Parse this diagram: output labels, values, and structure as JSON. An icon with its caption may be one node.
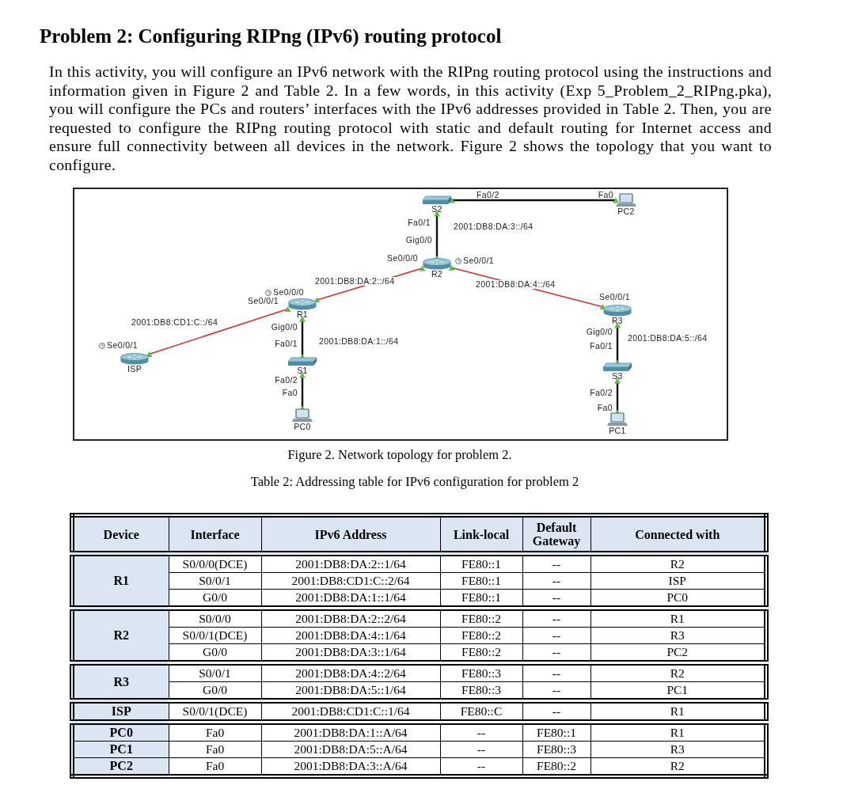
{
  "diagram": {
    "title": "Problem 2: Configuring RIPng (IPv6) routing protocol",
    "caption": "Figure 2. Network topology for problem 2.",
    "nodes": [
      {
        "text": [
          "S2"
        ],
        "beside": [
          "Fa0/2",
          "Fa0/1"
        ]
      },
      {
        "text": [
          "PC2"
        ],
        "beside": [
          "Fa0"
        ]
      },
      {
        "text": [
          "R2"
        ],
        "beside": [
          "Gig0/0",
          "Se0/0/0",
          "Se0/0/1"
        ]
      },
      {
        "text": [
          "R1"
        ],
        "beside": [
          "Se0/0/0",
          "Se0/0/1",
          "Gig0/0"
        ]
      },
      {
        "text": [
          "R3"
        ],
        "beside": [
          "Se0/0/1",
          "Gig0/0"
        ]
      },
      {
        "text": [
          "ISP"
        ],
        "beside": [
          "Se0/0/1"
        ]
      },
      {
        "text": [
          "S1"
        ],
        "beside": [
          "Fa0/1",
          "Fa0/2"
        ]
      },
      {
        "text": [
          "S3"
        ],
        "beside": [
          "Fa0/1",
          "Fa0/2"
        ]
      },
      {
        "text": [
          "PC0"
        ],
        "beside": [
          "Fa0"
        ]
      },
      {
        "text": [
          "PC1"
        ],
        "beside": [
          "Fa0"
        ]
      }
    ],
    "edges": [
      {
        "from": 0,
        "to": 1,
        "arrow": "other"
      },
      {
        "from": 2,
        "to": 0,
        "arrow": "other",
        "label": "2001:DB8:DA:3::/64"
      },
      {
        "from": 3,
        "to": 2,
        "arrow": "other",
        "label": "2001:DB8:DA:2::/64",
        "color": "#d32f2f"
      },
      {
        "from": 2,
        "to": 4,
        "arrow": "other",
        "label": "2001:DB8:DA:4::/64",
        "color": "#d32f2f"
      },
      {
        "from": 5,
        "to": 3,
        "arrow": "other",
        "label": "2001:DB8:CD1:C::/64",
        "color": "#d32f2f"
      },
      {
        "from": 3,
        "to": 6,
        "arrow": "other",
        "label": "2001:DB8:DA:1::/64"
      },
      {
        "from": 6,
        "to": 8,
        "arrow": "other"
      },
      {
        "from": 4,
        "to": 7,
        "arrow": "other",
        "label": "2001:DB8:DA:5::/64"
      },
      {
        "from": 7,
        "to": 9,
        "arrow": "other"
      }
    ],
    "labels": [
      "In this activity, you will configure an IPv6 network with the RIPng routing protocol using the instructions and information given in Figure 2 and Table 2. In a few words, in this activity (Exp 5_Problem_2_RIPng.pka), you will configure the PCs and routers’ interfaces with the IPv6 addresses provided in Table 2. Then, you are requested to configure the RIPng routing protocol with static and default routing for Internet access and ensure full connectivity between all devices in the network. Figure 2 shows the topology that you want to configure.",
      "Table 2: Addressing table for IPv6 configuration for problem 2",
      "Device",
      "Interface",
      "IPv6 Address",
      "Link-local",
      "Default Gateway",
      "Connected with",
      "R1",
      "S0/0/0(DCE)",
      "2001:DB8:DA:2::1/64",
      "FE80::1",
      "--",
      "R2",
      "S0/0/1",
      "2001:DB8:CD1:C::2/64",
      "FE80::1",
      "--",
      "ISP",
      "G0/0",
      "2001:DB8:DA:1::1/64",
      "FE80::1",
      "--",
      "PC0",
      "R2",
      "S0/0/0",
      "2001:DB8:DA:2::2/64",
      "FE80::2",
      "--",
      "R1",
      "S0/0/1(DCE)",
      "2001:DB8:DA:4::1/64",
      "FE80::2",
      "--",
      "R3",
      "G0/0",
      "2001:DB8:DA:3::1/64",
      "FE80::2",
      "--",
      "PC2",
      "R3",
      "S0/0/1",
      "2001:DB8:DA:4::2/64",
      "FE80::3",
      "--",
      "R2",
      "G0/0",
      "2001:DB8:DA:5::1/64",
      "FE80::3",
      "--",
      "PC1",
      "ISP",
      "S0/0/1(DCE)",
      "2001:DB8:CD1:C::1/64",
      "FE80::C",
      "--",
      "R1",
      "PC0",
      "Fa0",
      "2001:DB8:DA:1::A/64",
      "--",
      "FE80::1",
      "R1",
      "PC1",
      "Fa0",
      "2001:DB8:DA:5::A/64",
      "--",
      "FE80::3",
      "R3",
      "PC2",
      "Fa0",
      "2001:DB8:DA:3::A/64",
      "--",
      "FE80::2",
      "R2"
    ]
  }
}
